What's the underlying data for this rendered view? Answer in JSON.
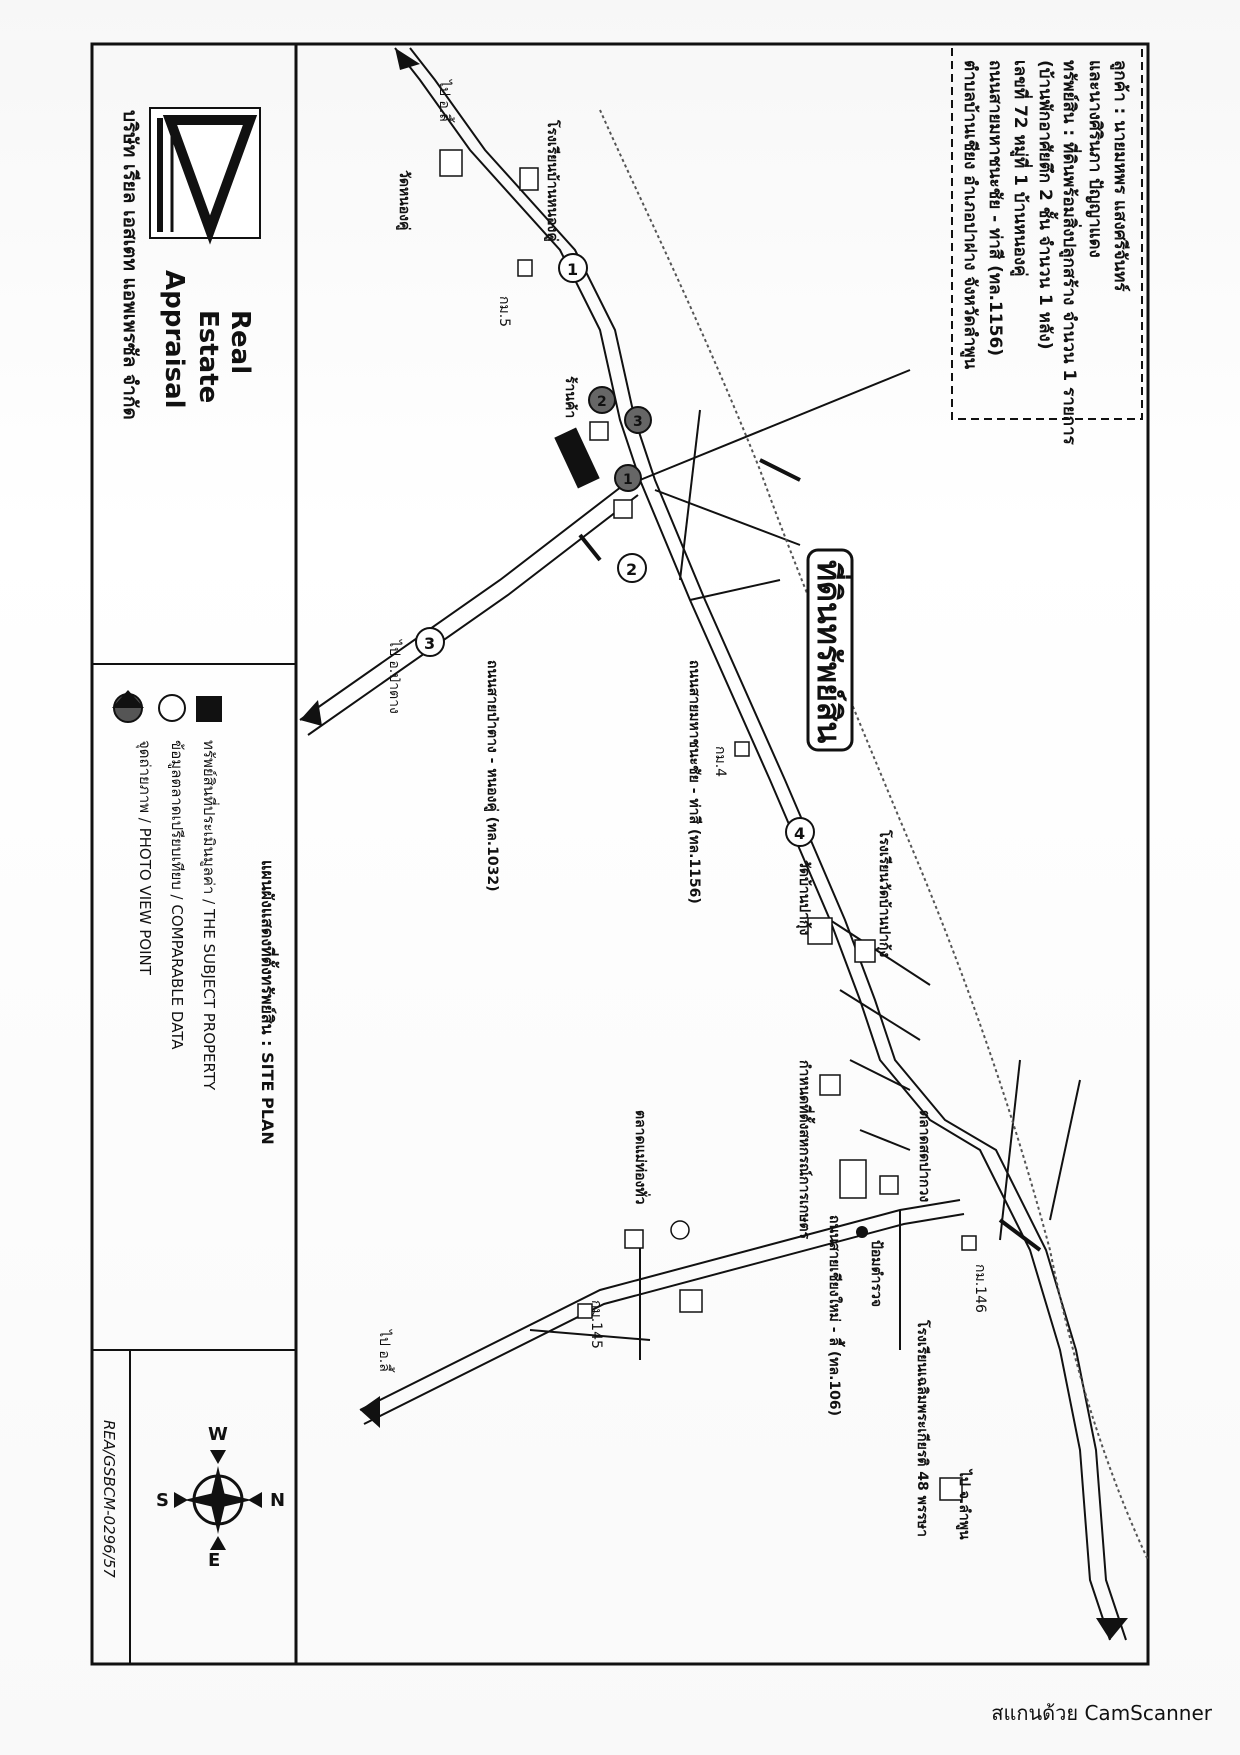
{
  "map": {
    "header": {
      "customer": "ลูกค้า : นายมหพร แสงศรีจันทร์",
      "customer2": "และนางศิรินภา ปัญญาแดง",
      "property": "ทรัพย์สิน : ที่ดินพร้อมสิ่งปลูกสร้าง จำนวน 1 รายการ",
      "property2": "(บ้านพักอาศัยตึก 2 ชั้น จำนวน 1 หลัง)",
      "address1": "เลขที่ 72 หมู่ที่ 1 บ้านหนองคู่",
      "address2": "ถนนสายมหาชนะชัย - ท่าสี (ทล.1156)",
      "address3": "ตำบลบ้านเชียง อำเภอปาฝาง จังหวัดลำพูน"
    },
    "brand_banner": "ที่ดินทรัพย์สิน",
    "company": {
      "line1": "Real",
      "line2": "Estate",
      "line3": "Appraisal",
      "thai_name": "บริษัท เรียล เอสเตท แอพเพรซัล จำกัด"
    },
    "legend": {
      "title": "แผนผังแสดงที่ตั้งทรัพย์สิน : SITE PLAN",
      "subject": "ทรัพย์สินที่ประเมินมูลค่า / THE SUBJECT PROPERTY",
      "comparable": "ข้อมูลตลาดเปรียบเทียบ / COMPARABLE DATA",
      "photo": "จุดถ่ายภาพ / PHOTO VIEW POINT"
    },
    "compass": {
      "n": "N",
      "s": "S",
      "e": "E",
      "w": "W"
    },
    "ref_code": "REA/GSBCM-0296/57",
    "labels": {
      "school_nongkhu": "โรงเรียนบ้านหนองคู่",
      "wat_nongkhu": "วัดหนองคู่",
      "km5": "กม.5",
      "shop": "ร้านค้า",
      "road_1032": "ถนนสายป่าตาง - หนองคู่ (ทล.1032)",
      "road_1156": "ถนนสายมหาชนะชัย - ท่าสี (ทล.1156)",
      "km4": "กม.4",
      "school_banpakung": "โรงเรียนวัดบ้านปากุ้ง",
      "wat_banpakung": "วัดบ้านปากุ้ง",
      "agri_coop": "กำหนดที่ตั้งสหกรณ์การเกษตร",
      "market": "ตลาดแม่ท่องทั่ว",
      "market2": "ตลาดสดปากวง",
      "police": "ป้อมตำรวจ",
      "road_106": "ถนนสายเชียงใหม่ - ลี้ (ทล.106)",
      "km146": "กม.146",
      "km145": "กม.145",
      "school_chalerm": "โรงเรียนเฉลิมพระเกียรติ 48 พรรษา",
      "to_top_left": "ไป อ.ลี้",
      "to_1032": "ไป อ.ป่าตาง",
      "to_106": "ไป อ.ลี้",
      "to_right": "ไป จ.ลำพูน"
    },
    "markers": {
      "photo_1": "1",
      "photo_2": "2",
      "photo_3": "3",
      "comp_1": "1",
      "comp_2": "2",
      "comp_3": "3",
      "comp_4": "4"
    }
  },
  "footer": {
    "scanner": "สแกนด้วย CamScanner"
  }
}
